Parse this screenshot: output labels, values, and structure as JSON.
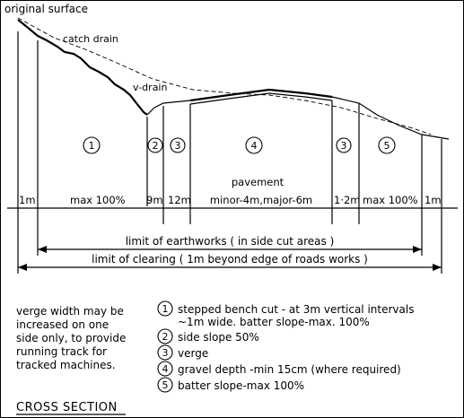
{
  "labels": {
    "original_surface": "original surface",
    "catch_drain": "catch drain",
    "v_drain": "v-drain",
    "pavement": "pavement",
    "pavement_sub": "minor-4m,major-6m",
    "earthworks": "limit of earthworks ( in side cut areas )",
    "clearing": "limit of clearing ( 1m beyond edge of roads works )",
    "title": "CROSS SECTION"
  },
  "zones": [
    {
      "number": "1"
    },
    {
      "number": "2"
    },
    {
      "number": "3"
    },
    {
      "number": "4"
    },
    {
      "number": "3"
    },
    {
      "number": "5"
    }
  ],
  "dimensions": [
    "1m",
    "max 100%",
    "9m",
    "12m",
    "1·2m",
    "max 100%",
    "1m"
  ],
  "note": [
    "verge width may be",
    "increased on one",
    "side only, to provide",
    "running track for",
    "tracked machines."
  ],
  "legend": [
    {
      "number": "1",
      "lines": [
        "stepped bench cut - at 3m vertical intervals",
        "~1m wide. batter slope-max. 100%"
      ]
    },
    {
      "number": "2",
      "lines": [
        "side slope 50%"
      ]
    },
    {
      "number": "3",
      "lines": [
        "verge"
      ]
    },
    {
      "number": "4",
      "lines": [
        "gravel depth -min 15cm (where required)"
      ]
    },
    {
      "number": "5",
      "lines": [
        "batter slope-max 100%"
      ]
    }
  ]
}
